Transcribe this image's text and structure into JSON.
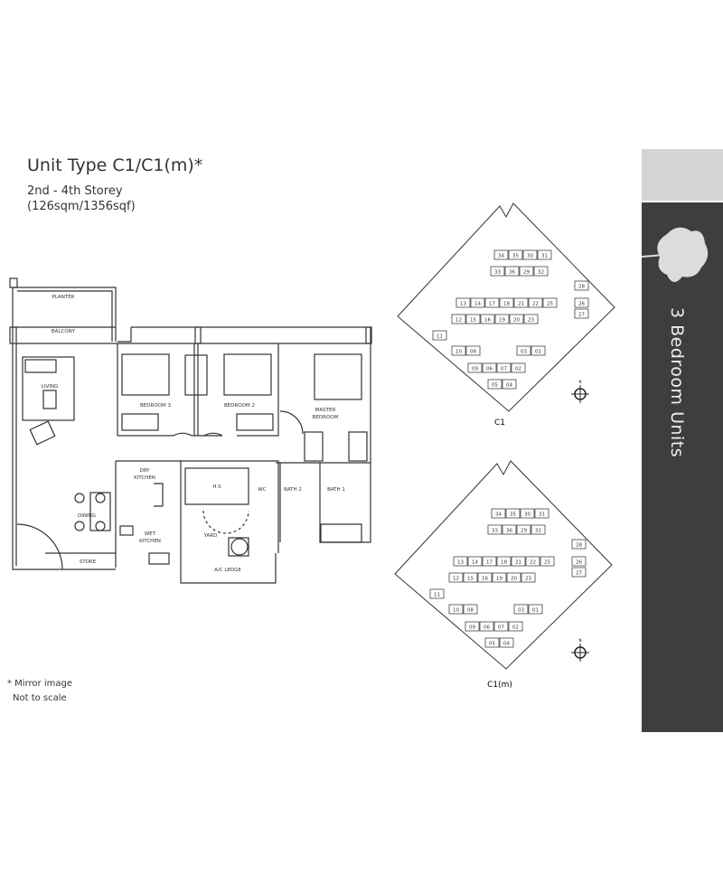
{
  "header": {
    "title": "Unit Type C1/C1(m)*",
    "storey": "2nd - 4th Storey",
    "area": "(126sqm/1356sqf)"
  },
  "footnote": {
    "line1": "* Mirror image",
    "line2": "Not to scale"
  },
  "sidebar": {
    "label": "3 Bedroom Units",
    "icon": "tree-icon"
  },
  "floor_plan": {
    "rooms": {
      "planter": "PLANTER",
      "balcony": "BALCONY",
      "living": "LIVING",
      "bedroom3": "BEDROOM 3",
      "bedroom2": "BEDROOM 2",
      "master": "MASTER",
      "master2": "BEDROOM",
      "dry_kitchen1": "DRY",
      "dry_kitchen2": "KITCHEN",
      "hs": "H.S",
      "wc": "WC",
      "bath2": "BATH 2",
      "bath1": "BATH 1",
      "dining": "DINING",
      "wet_kitchen1": "WET",
      "wet_kitchen2": "KITCHEN",
      "yard": "YARD",
      "store": "STORE",
      "ac_ledge": "A/C LEDGE"
    }
  },
  "site_plans": [
    {
      "label": "C1",
      "compass": "N"
    },
    {
      "label": "C1(m)",
      "compass": "N"
    }
  ],
  "blocks": [
    [
      "34",
      "35",
      "30",
      "31"
    ],
    [
      "33",
      "36",
      "29",
      "32"
    ],
    [
      "28"
    ],
    [
      "13",
      "14",
      "17",
      "18",
      "21",
      "22",
      "25"
    ],
    [
      "26"
    ],
    [
      "27"
    ],
    [
      "12",
      "15",
      "16",
      "19",
      "20",
      "23"
    ],
    [
      "11"
    ],
    [
      "10",
      "08"
    ],
    [
      "03",
      "01"
    ],
    [
      "09",
      "06",
      "07",
      "02"
    ],
    [
      "05",
      "04"
    ]
  ]
}
